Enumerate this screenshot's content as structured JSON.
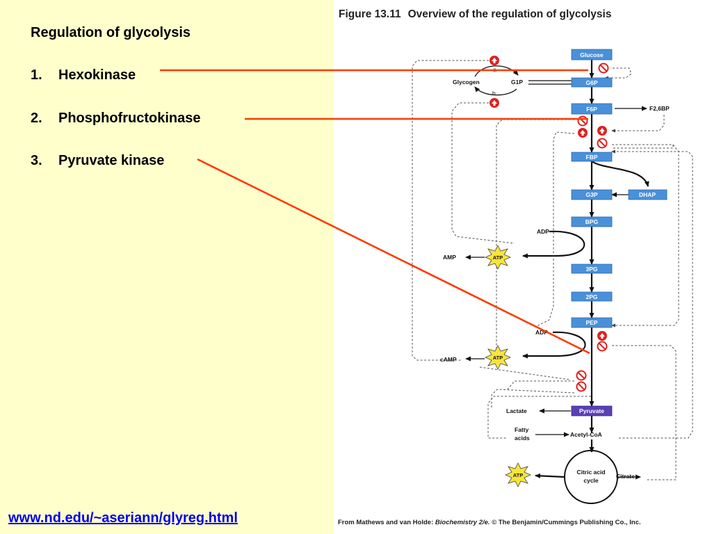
{
  "slide": {
    "heading": "Regulation of glycolysis",
    "items": [
      {
        "num": "1.",
        "label": "Hexokinase"
      },
      {
        "num": "2.",
        "label": "Phosphofructokinase"
      },
      {
        "num": "3.",
        "label": "Pyruvate kinase"
      }
    ],
    "link": "www.nd.edu/~aseriann/glyreg.html"
  },
  "figure": {
    "number": "Figure 13.11",
    "title": "Overview of the regulation of glycolysis",
    "credit_prefix": "From Mathews and van Holde: ",
    "credit_book": "Biochemistry 2/e.",
    "credit_suffix": " © The Benjamin/Cummings Publishing Co., Inc.",
    "boxes": {
      "glucose": "Glucose",
      "g6p": "G6P",
      "f6p": "F6P",
      "fbp": "FBP",
      "g3p": "G3P",
      "dhap": "DHAP",
      "bpg": "BPG",
      "pg3": "3PG",
      "pg2": "2PG",
      "pep": "PEP",
      "pyruvate": "Pyruvate"
    },
    "labels": {
      "glycogen": "Glycogen",
      "g1p": "G1P",
      "a": "a",
      "b": "b",
      "f26bp": "F2,6BP",
      "adp": "ADP",
      "amp": "AMP",
      "camp": "cAMP",
      "atp": "ATP",
      "lactate": "Lactate",
      "fatty1": "Fatty",
      "fatty2": "acids",
      "acetylcoa": "Acetyl-CoA",
      "citric1": "Citric acid",
      "citric2": "cycle",
      "citrate": "Citrate"
    }
  },
  "colors": {
    "panel": "#ffffcc",
    "box": "#4a90d9",
    "pyruvate": "#5a3fb5",
    "pointer": "#ff3a00",
    "link": "#0000ee"
  }
}
